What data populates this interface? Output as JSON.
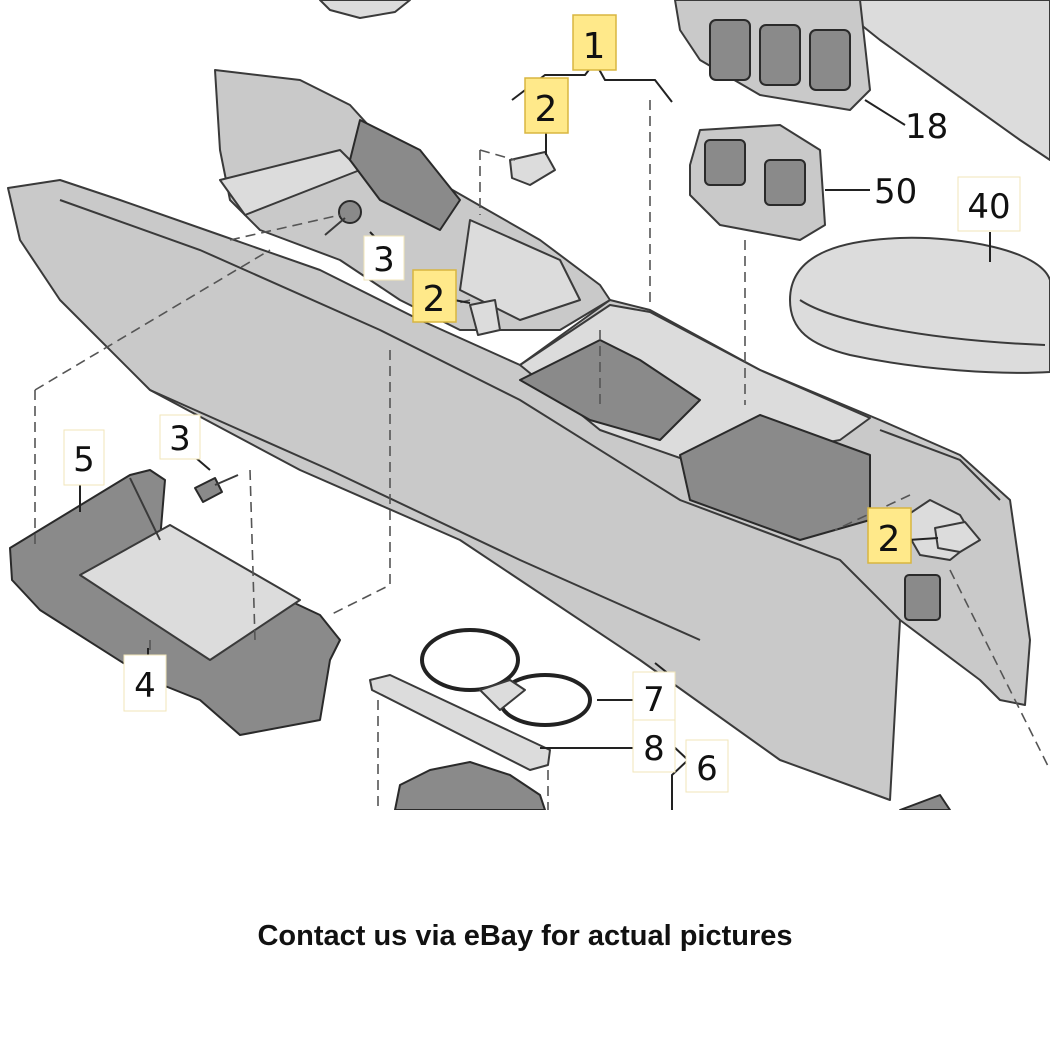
{
  "diagram": {
    "callouts": {
      "c1": "1",
      "c2a": "2",
      "c2b": "2",
      "c2c": "2",
      "c3a": "3",
      "c3b": "3",
      "c4": "4",
      "c5": "5",
      "c6": "6",
      "c7": "7",
      "c8": "8",
      "c18": "18",
      "c40": "40",
      "c50": "50"
    }
  },
  "footer": {
    "note": "Contact us via eBay for actual pictures"
  },
  "colors": {
    "highlight": "#ffe98a",
    "part_fill": "#c9c9c9"
  }
}
